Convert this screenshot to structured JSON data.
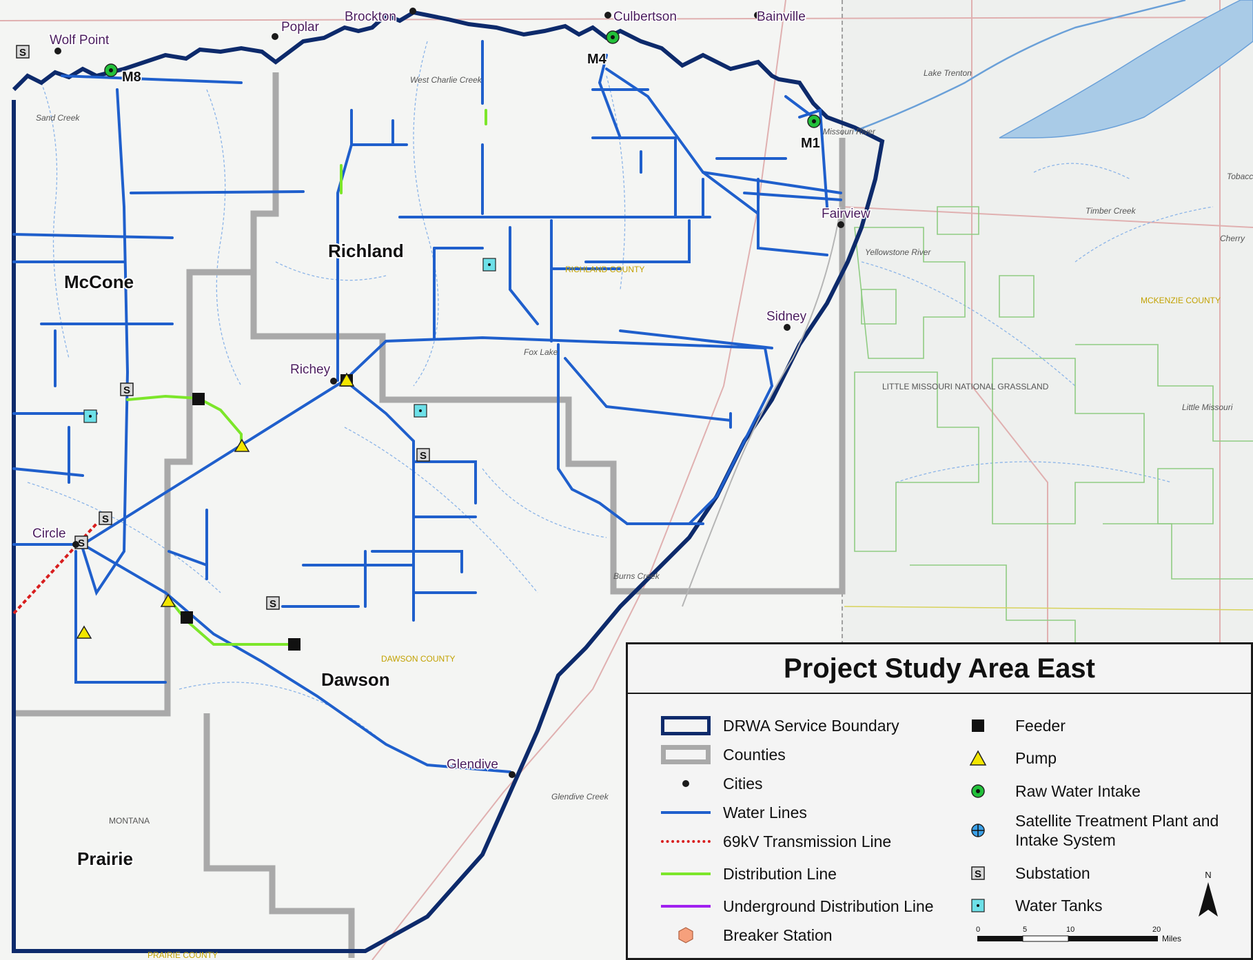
{
  "legend": {
    "title": "Project Study Area East",
    "items": [
      {
        "label": "DRWA Service Boundary",
        "symbol": "boundary"
      },
      {
        "label": "Counties",
        "symbol": "counties"
      },
      {
        "label": "Cities",
        "symbol": "city-dot"
      },
      {
        "label": "Water Lines",
        "symbol": "water-line"
      },
      {
        "label": "69kV Transmission Line",
        "symbol": "transmission-line"
      },
      {
        "label": "Distribution Line",
        "symbol": "distribution-line"
      },
      {
        "label": "Underground Distribution Line",
        "symbol": "underground-line"
      },
      {
        "label": "Breaker Station",
        "symbol": "breaker-hexagon"
      },
      {
        "label": "Feeder",
        "symbol": "feeder-square"
      },
      {
        "label": "Pump",
        "symbol": "pump-triangle"
      },
      {
        "label": "Raw Water Intake",
        "symbol": "intake-circle"
      },
      {
        "label": "Satellite Treatment Plant and Intake System",
        "symbol": "treatment-plant"
      },
      {
        "label": "Substation",
        "symbol": "substation-s"
      },
      {
        "label": "Water Tanks",
        "symbol": "water-tank"
      }
    ],
    "scale": {
      "ticks": [
        "0",
        "5",
        "10",
        "20"
      ],
      "unit": "Miles"
    },
    "north": "N"
  },
  "cities": [
    "Wolf Point",
    "Poplar",
    "Brockton",
    "Culbertson",
    "Bainville",
    "Fairview",
    "Sidney",
    "Richey",
    "Circle",
    "Glendive"
  ],
  "counties": [
    "McCone",
    "Richland",
    "Dawson",
    "Prairie"
  ],
  "intakes": [
    "M8",
    "M4",
    "M1"
  ],
  "map_labels": {
    "richland_county": "RICHLAND COUNTY",
    "dawson_county": "DAWSON COUNTY",
    "prairie_county": "PRAIRIE COUNTY",
    "mckenzie_county": "MCKENZIE COUNTY",
    "grassland": "LITTLE MISSOURI NATIONAL GRASSLAND",
    "montana": "MONTANA",
    "missouri_river": "Missouri River",
    "lake_trenton": "Lake Trenton",
    "timber_creek": "Timber Creek",
    "little_missouri": "Little Missouri",
    "burns_creek": "Burns Creek",
    "fox_lake": "Fox Lake",
    "glendive_creek": "Glendive Creek",
    "sand_creek": "Sand Creek",
    "west_charlie_creek": "West Charlie Creek",
    "yellowstone_river": "Yellowstone River",
    "cherry_creek": "Cherry",
    "tobacco_creek": "Tobacco"
  },
  "colors": {
    "boundary": "#0d2a6b",
    "counties": "#a9a9a9",
    "water_line": "#1f5fcc",
    "transmission": "#d81e1e",
    "distribution": "#7ce62a",
    "underground": "#a020f0",
    "grassland": "#8fcc82",
    "pump": "#f3e600",
    "intake": "#22c03a",
    "tank": "#6de0e8",
    "breaker": "#f6a07c"
  }
}
